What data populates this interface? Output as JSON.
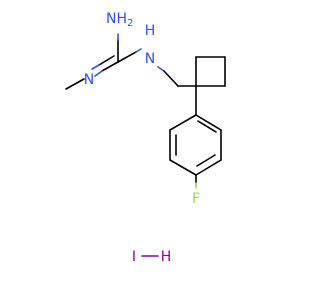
{
  "molecule": {
    "atoms": {
      "nh2": {
        "text": "NH",
        "subscript": "2",
        "color": "#3050F8"
      },
      "nh": {
        "text": "N",
        "h_text": "H",
        "color": "#3050F8"
      },
      "n_imine": {
        "text": "N",
        "color": "#3050F8"
      },
      "fluorine": {
        "text": "F",
        "color": "#90E050"
      },
      "iodine": {
        "text": "I",
        "color": "#940094"
      },
      "hydrogen": {
        "text": "H",
        "color": "#940094"
      }
    },
    "bond_color": "#000000"
  }
}
